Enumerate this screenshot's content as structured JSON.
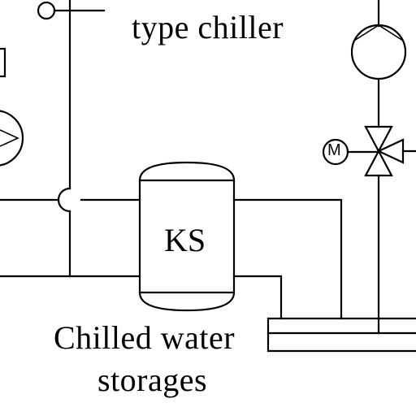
{
  "labels": {
    "chiller_fragment": "type chiller",
    "tank": "KS",
    "storage_line1": "Chilled water",
    "storage_line2": "storages",
    "motor": "M"
  }
}
